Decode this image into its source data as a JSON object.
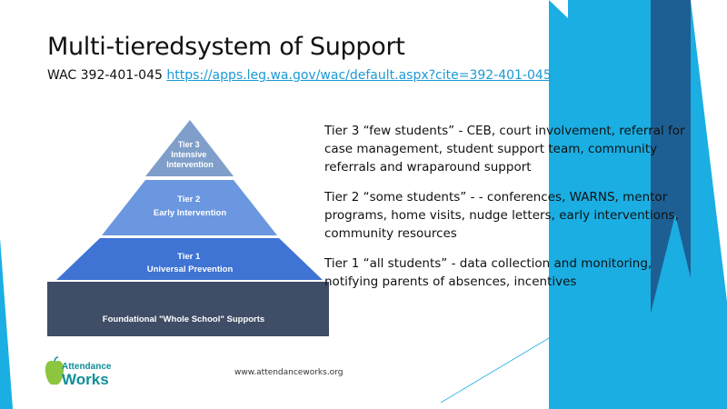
{
  "slide": {
    "title": "Multi-tieredsystem of Support",
    "subtitle_prefix": "WAC 392-401-045 ",
    "subtitle_link": "https://apps.leg.wa.gov/wac/default.aspx?cite=392-401-045"
  },
  "pyramid": {
    "tier3_lines": [
      "Tier 3",
      "Intensive",
      "Intervention"
    ],
    "tier2_lines": [
      "Tier 2",
      "Early Intervention"
    ],
    "tier1_lines": [
      "Tier 1",
      "Universal Prevention"
    ],
    "foundation_label": "Foundational \"Whole School\" Supports"
  },
  "tiers": {
    "tier3": "Tier 3 “few students” - CEB, court involvement, referral for case management, student support team, community referrals and wraparound support",
    "tier2": "Tier 2 “some students” - - conferences, WARNS, mentor programs, home visits, nudge letters, early interventions, community resources",
    "tier1": "Tier 1 “all students” - data collection and monitoring, notifying parents of absences, incentives"
  },
  "footer": {
    "logo_top": "Attendance",
    "logo_bottom": "Works",
    "url": "www.attendanceworks.org"
  },
  "colors": {
    "tier3": "#7f9fca",
    "tier2": "#6b97e0",
    "tier1": "#3f73d4",
    "foundation": "#3f4d66",
    "accent_blue": "#1aaee3",
    "dark_blue": "#1e5f93",
    "link": "#1b9ad6",
    "logo_teal": "#0f8e99",
    "logo_green": "#8cc63f"
  }
}
